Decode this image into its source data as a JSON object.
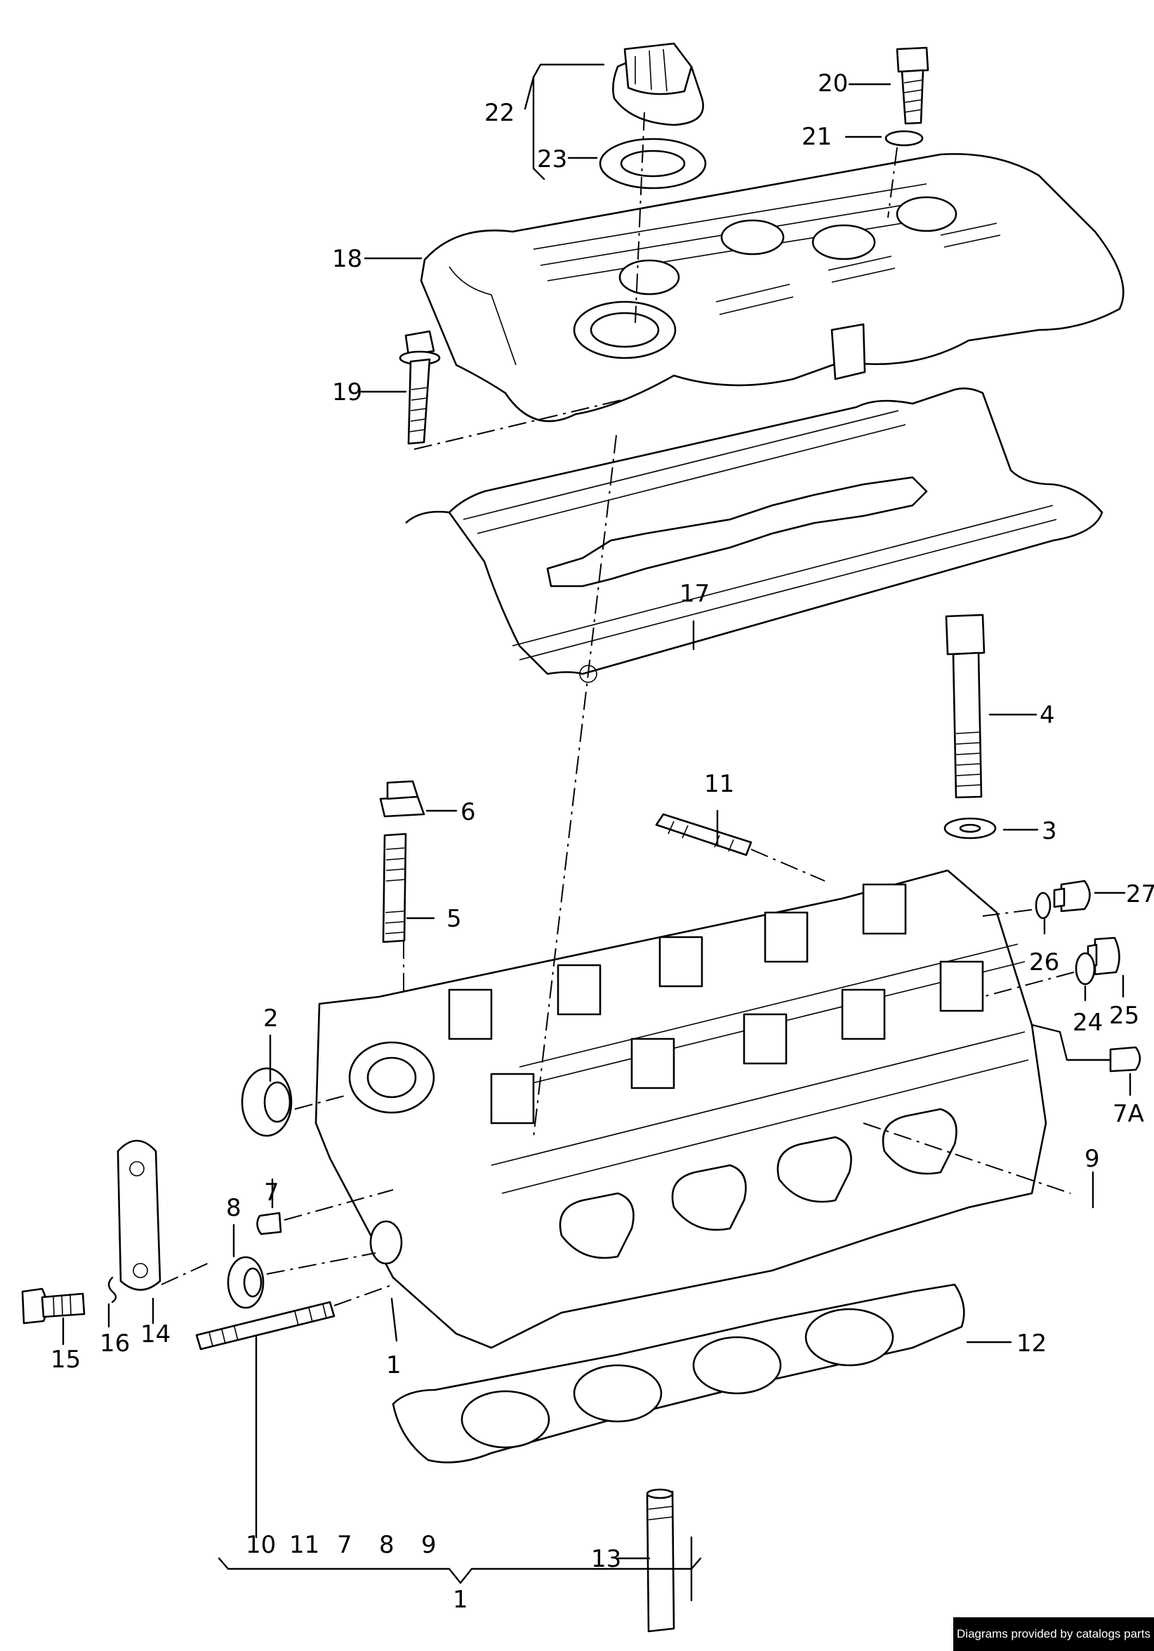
{
  "labels": {
    "l1_main": "1",
    "l1_bottom": "1",
    "l2": "2",
    "l3": "3",
    "l4": "4",
    "l5": "5",
    "l6": "6",
    "l7": "7",
    "l7_bottom": "7",
    "l7a": "7A",
    "l8": "8",
    "l8_bottom": "8",
    "l9": "9",
    "l9_bottom": "9",
    "l10": "10",
    "l11_top": "11",
    "l11_bottom": "11",
    "l12": "12",
    "l13": "13",
    "l14": "14",
    "l15": "15",
    "l16": "16",
    "l17": "17",
    "l18": "18",
    "l19": "19",
    "l20": "20",
    "l21": "21",
    "l22": "22",
    "l23": "23",
    "l24": "24",
    "l25": "25",
    "l26": "26",
    "l27": "27"
  },
  "footer": "Diagrams provided by catalogs parts"
}
